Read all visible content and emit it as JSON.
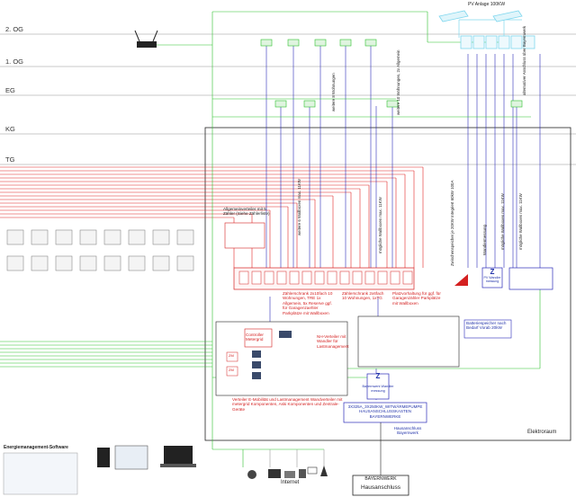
{
  "floors": [
    "2. OG",
    "1. OG",
    "EG",
    "KG",
    "TG"
  ],
  "labels": {
    "pv": "PV Anlage 100KW",
    "wallbox_6": "weitere 6 Wallboxen max. 11KW",
    "wallbox_6b": "mögliche Wallboxen max. 11KW",
    "wallbox_4": "mögliche Wallboxen max. 11KW",
    "wallbox_5": "mögliche Wallboxen max. 11KW",
    "weitere_wohnungen_8": "weitere 8 Wohnungen",
    "weitere_wohnungen_10": "weitere 10 Wohnungen, 2x Allgemein",
    "alternative_anschluss": "alternativer Anschluss über Bayernwerk",
    "alltagsverteiler": "Allgemeinverteiler mit 5 Zähler (Siehe Zählerliste)",
    "zaehlerschrank_1": "Zählerschrank 2x10fach 10 Wohnungen, TRE 1x Allgemein, 5x Reserve ggf. für Garagenzaehler Parkplätze mit Wallboxen",
    "zaehlerschrank_2": "Zählerschrank 2x6fach 10 Wohnungen, 1xTG",
    "platzvorhaltung": "Platzvorhaltung für ggf. für Garagenzähler Parkplätze mit Wallboxen",
    "zwischenspeicher": "Zwischenspeicher je 20KW Integriert 60kW 100A",
    "wandlermessung": "Wandlermessung",
    "pv_wandler": "PV Wandler messung",
    "nh_verteiler": "NH-Verteiler mit Wandler für Lastmanagement",
    "batteriespeicher": "Batteriespeicher nach Bedarf Vorab 20kW",
    "controller": "Controller Metergrid",
    "verteiler_emob": "Verteiler E-Mobilität und Lastmanagement Wandverteiler mit metergrid Komponenten, Aski Komponenten und Zentrale-Geräte",
    "bayernwerk_wandler": "Bayernwerk Wandler messung",
    "hausanschlusskasten": "3X325A_3X250KW_WITWÄRMEPUMPE HAUSANSCHLUSSKASTEN BAYERNWERKE",
    "hausanschluss_bw": "Hausanschluss Bayernwerk",
    "elektroraum": "Elektroraum",
    "energiemanagement": "Energiemanagement-Software",
    "internet": "Internet",
    "bayernwerk": "BAYERNWERK",
    "hausanschluss": "Hausanschluss",
    "z_glyph": "Z",
    "zm": "ZM"
  },
  "colors": {
    "red": "#e02424",
    "blue": "#2a2ab8",
    "green": "#2ec12e",
    "grey": "#9a9a9a",
    "cyan": "#7fd7ee",
    "black": "#222222"
  },
  "icons": [
    "router-icon",
    "car-charger-icon",
    "pv-panel-icon",
    "wallbox-icon",
    "meter-icon",
    "computer-icon",
    "printer-icon",
    "camera-icon",
    "mail-icon",
    "alarm-icon",
    "server-icon",
    "tablet-icon",
    "laptop-icon"
  ]
}
